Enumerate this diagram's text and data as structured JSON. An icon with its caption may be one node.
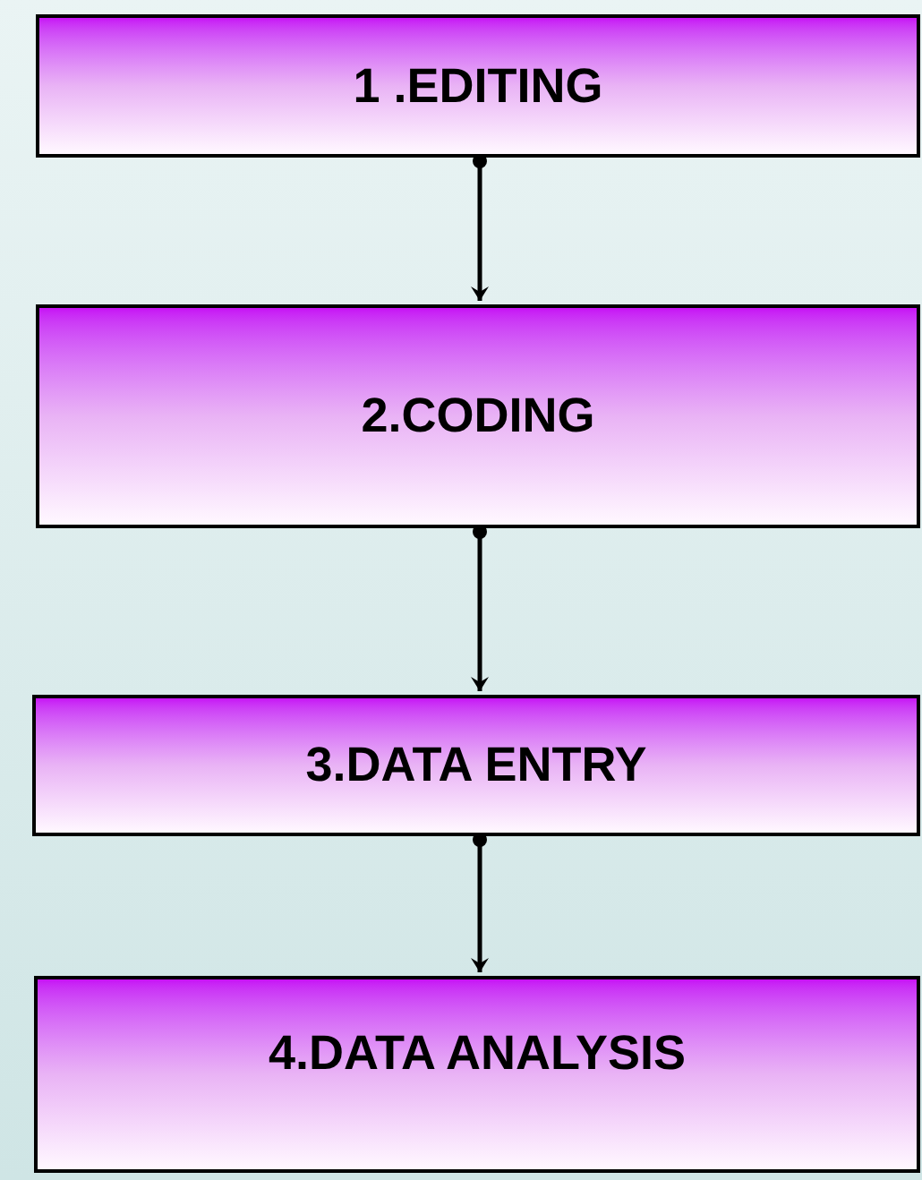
{
  "diagram": {
    "nodes": [
      {
        "text": [
          "1 .EDITING"
        ]
      },
      {
        "text": [
          "2.CODING"
        ]
      },
      {
        "text": [
          "3.DATA ENTRY"
        ]
      },
      {
        "text": [
          "4.DATA ANALYSIS"
        ]
      }
    ],
    "edges": [
      {
        "from": 0,
        "to": 1,
        "arrow": "to"
      },
      {
        "from": 1,
        "to": 2,
        "arrow": "to"
      },
      {
        "from": 2,
        "to": 3,
        "arrow": "to"
      }
    ]
  }
}
